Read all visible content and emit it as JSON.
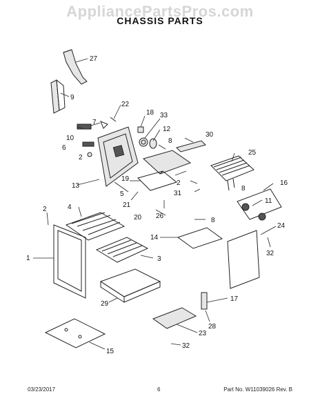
{
  "watermark": "AppliancePartsPros.com",
  "title": "CHASSIS PARTS",
  "callouts": [
    "1",
    "2",
    "2",
    "2",
    "3",
    "4",
    "5",
    "6",
    "7",
    "8",
    "8",
    "8",
    "9",
    "10",
    "11",
    "12",
    "13",
    "14",
    "15",
    "16",
    "17",
    "18",
    "19",
    "20",
    "21",
    "22",
    "23",
    "24",
    "25",
    "26",
    "27",
    "28",
    "29",
    "30",
    "31",
    "32",
    "32",
    "33"
  ],
  "footer": {
    "date": "03/23/2017",
    "page": "6",
    "part_no": "Part No. W11039026  Rev. B"
  }
}
